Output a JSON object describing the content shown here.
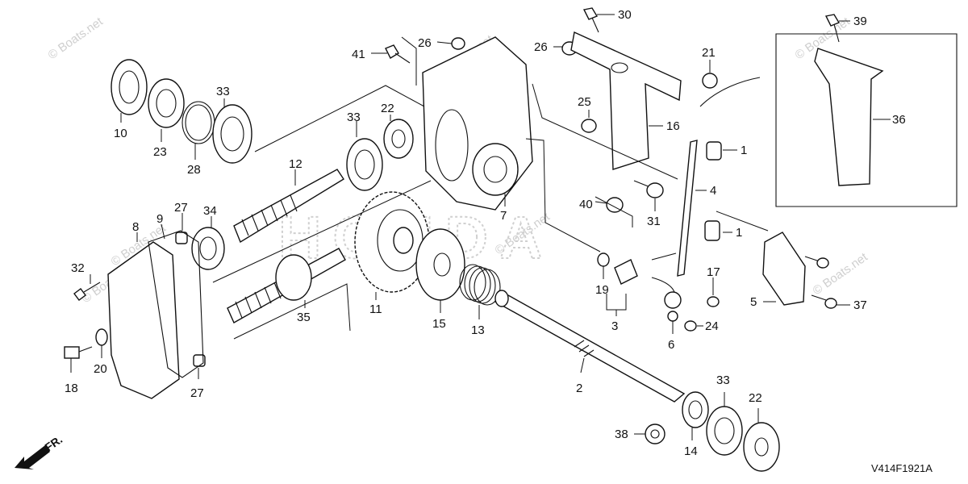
{
  "diagram": {
    "drawing_code": "V414F1921A",
    "front_label": "FR.",
    "brand_watermark": "HONDA",
    "watermarks": [
      "© Boats.net",
      "© Boats.net",
      "© Boats.net",
      "© Boats.net",
      "© Boats.net",
      "© Boats.net",
      "© Boats.net"
    ],
    "callouts": [
      "30",
      "39",
      "26",
      "26",
      "41",
      "21",
      "33",
      "36",
      "10",
      "23",
      "28",
      "25",
      "33",
      "22",
      "16",
      "1",
      "12",
      "4",
      "27",
      "34",
      "40",
      "31",
      "8",
      "9",
      "7",
      "1",
      "32",
      "17",
      "11",
      "19",
      "15",
      "13",
      "5",
      "37",
      "35",
      "24",
      "3",
      "20",
      "6",
      "18",
      "27",
      "2",
      "33",
      "22",
      "38",
      "14"
    ]
  }
}
